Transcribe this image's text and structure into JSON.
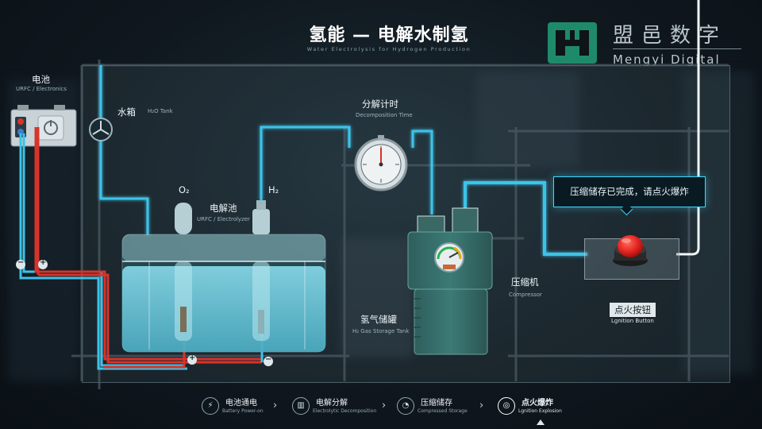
{
  "header": {
    "title": "氢能 — 电解水制氢",
    "subtitle": "Water Electrolysis for Hydrogen Production"
  },
  "brand": {
    "name_cn": "盟邑数字",
    "name_en": "Mengyi Digital",
    "logo_color": "#1f8a6a"
  },
  "labels": {
    "battery": {
      "cn": "电池",
      "en": "URFC / Electronics"
    },
    "tank": {
      "cn": "水箱",
      "en": "H₂O Tank"
    },
    "electrolyzer": {
      "cn": "电解池",
      "en": "URFC / Electrolyzer"
    },
    "o2": "O₂",
    "h2": "H₂",
    "timer": {
      "cn": "分解计时",
      "en": "Decomposition Time"
    },
    "compressor": {
      "cn": "压缩机",
      "en": "Compressor"
    },
    "storage": {
      "cn": "氢气储罐",
      "en": "H₂ Gas Storage Tank"
    },
    "ignition": {
      "cn": "点火按钮",
      "en": "Lgnition Button"
    },
    "minus": "−",
    "plus": "+"
  },
  "tooltip": {
    "text": "压缩储存已完成，请点火爆炸"
  },
  "steps": [
    {
      "icon": "battery-icon",
      "title": "电池通电",
      "sub": "Battery Power-on"
    },
    {
      "icon": "electrolysis-icon",
      "title": "电解分解",
      "sub": "Electrolytic Decomposition"
    },
    {
      "icon": "compress-icon",
      "title": "压缩储存",
      "sub": "Compressed Storage"
    },
    {
      "icon": "ignition-icon",
      "title": "点火爆炸",
      "sub": "Lgnition Explosion"
    }
  ],
  "colors": {
    "accent": "#3cd9ff",
    "pipe_red": "#d8332a",
    "pipe_blue": "#3cc3e8",
    "button_red": "#e1221e"
  }
}
